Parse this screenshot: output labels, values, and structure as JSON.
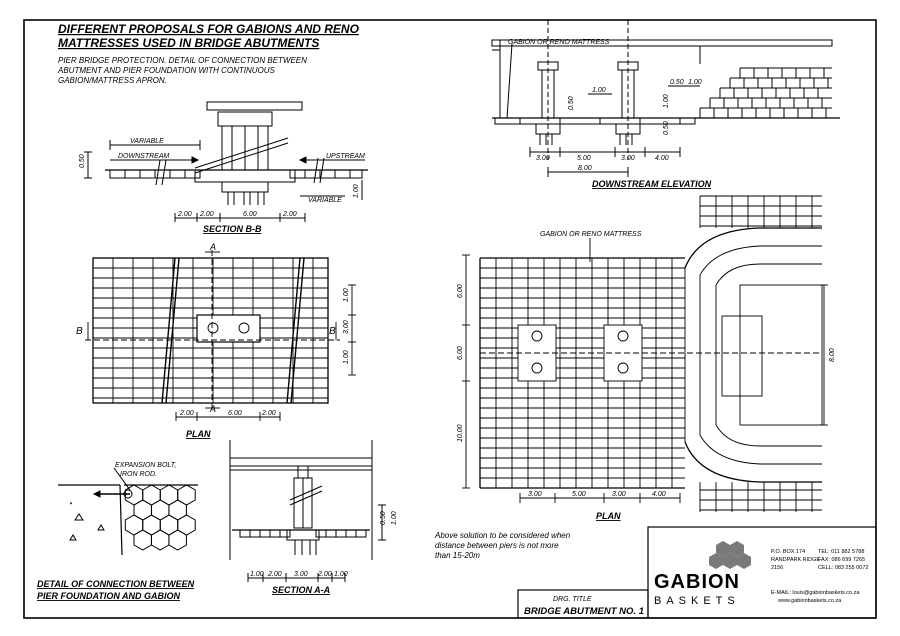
{
  "sheet_title": [
    "DIFFERENT PROPOSALS FOR GABIONS AND RENO",
    "MATTRESSES USED IN BRIDGE ABUTMENTS"
  ],
  "description": [
    "PIER BRIDGE PROTECTION. DETAIL OF CONNECTION BETWEEN",
    "ABUTMENT AND PIER FOUNDATION WITH CONTINUOUS",
    "GABION/MATTRESS APRON."
  ],
  "section_bb": {
    "title": "SECTION B-B",
    "variable_top": "VARIABLE",
    "variable_right": "VARIABLE",
    "downstream": "DOWNSTREAM",
    "upstream": "UPSTREAM",
    "dim_left": "0.50",
    "dim_right": "1.00",
    "dims": [
      "2.00",
      "2.00",
      "6.00",
      "2.00"
    ]
  },
  "plan_left": {
    "title": "PLAN",
    "marker_a": "A",
    "marker_b": "B",
    "dims_bottom": [
      "2.00",
      "6.00",
      "2.00"
    ],
    "dims_right": [
      "1.00",
      "3.00",
      "1.00"
    ]
  },
  "detail": {
    "label1": "EXPANSION BOLT,",
    "label2": "IRON ROD.",
    "title": [
      "DETAIL OF CONNECTION BETWEEN",
      "PIER FOUNDATION AND GABION"
    ]
  },
  "section_aa": {
    "title": "SECTION A-A",
    "dims_bottom": [
      "1.00",
      "2.00",
      "3.00",
      "2.00",
      "1.00"
    ],
    "dims_right": [
      "0.50",
      "1.00"
    ]
  },
  "elevation": {
    "title": "DOWNSTREAM ELEVATION",
    "label": "GABION OR RENO MATTRESS",
    "dims_bottom": [
      "3.00",
      "5.00",
      "3.00",
      "4.00"
    ],
    "dim_total": "8.00",
    "dim_mid": "1.00",
    "dim_left": "0.50",
    "dim_pier": "0.50",
    "dim_abut": "1.00",
    "dim_top": [
      "0.50",
      "1.00"
    ]
  },
  "plan_right": {
    "title": "PLAN",
    "label": "GABION OR RENO MATTRESS",
    "dims_left": [
      "6.00",
      "6.00",
      "10.00"
    ],
    "dims_bottom": [
      "3.00",
      "5.00",
      "3.00",
      "4.00"
    ],
    "dim_right": "8.00"
  },
  "note": [
    "Above solution to be considered when",
    "distance between piers is not more",
    "than 15-20m"
  ],
  "title_block": {
    "drg_title_label": "DRG. TITLE",
    "drawing_name": "BRIDGE ABUTMENT NO. 1",
    "brand_top": "GABION",
    "brand_bottom": "BASKETS",
    "address": [
      "P.O. BOX 174",
      "RANDPARK RIDGE",
      "2156"
    ],
    "phones": [
      "TEL: 011 882 5788",
      "FAX: 086 699 7265",
      "CELL: 083 255 0072"
    ],
    "email": "E-MAIL: louis@gabionbaskets.co.za",
    "web": "www.gabionbaskets.co.za"
  },
  "colors": {
    "ink": "#000000",
    "paper": "#ffffff",
    "logo_grey": "#7a7a7a"
  }
}
